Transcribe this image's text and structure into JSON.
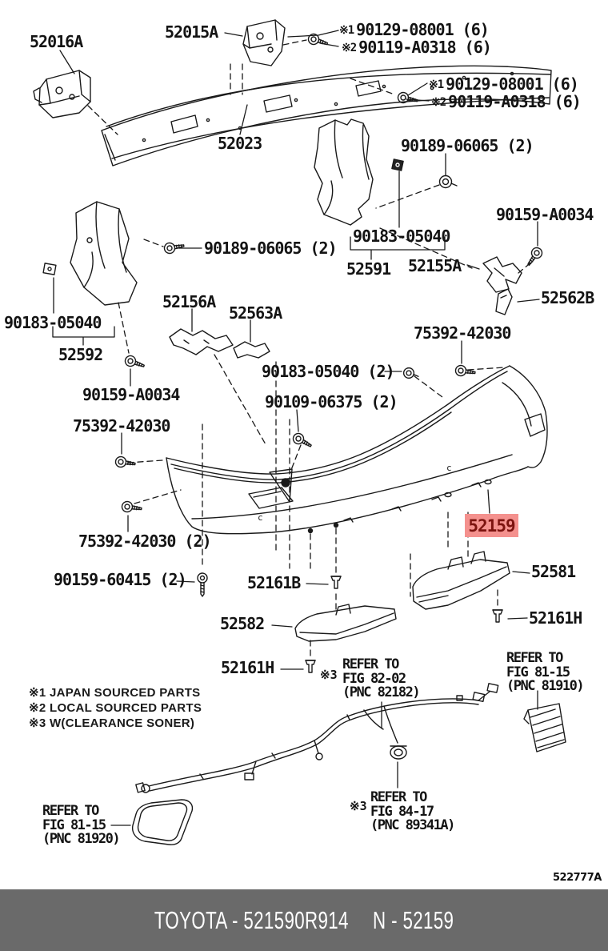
{
  "code": "522777A",
  "colors": {
    "highlight_bg": "#f4918e",
    "highlight_fg": "#7c130f",
    "footer_bg": "#6a6a6a",
    "line": "#1a1a1a"
  },
  "labels": [
    {
      "t": "52016A"
    },
    {
      "t": "52015A"
    },
    {
      "m": "※1",
      "t": "90129-08001 (6)"
    },
    {
      "m": "※2",
      "t": "90119-A0318 (6)"
    },
    {
      "m": "※1",
      "t": "90129-08001 (6)"
    },
    {
      "m": "※2",
      "t": "90119-A0318 (6)"
    },
    {
      "t": "52023"
    },
    {
      "t": "90189-06065 (2)"
    },
    {
      "t": "90183-05040"
    },
    {
      "t": "52591"
    },
    {
      "t": "52155A"
    },
    {
      "t": "90159-A0034"
    },
    {
      "t": "52562B"
    },
    {
      "t": "90189-06065 (2)"
    },
    {
      "t": "52156A"
    },
    {
      "t": "52563A"
    },
    {
      "t": "90183-05040"
    },
    {
      "t": "52592"
    },
    {
      "t": "90159-A0034"
    },
    {
      "t": "75392-42030"
    },
    {
      "t": "75392-42030"
    },
    {
      "t": "90183-05040 (2)"
    },
    {
      "t": "90109-06375 (2)"
    },
    {
      "t": "75392-42030 (2)"
    },
    {
      "t": "90159-60415 (2)"
    },
    {
      "t": "52161B"
    },
    {
      "t": "52581"
    },
    {
      "t": "52582"
    },
    {
      "t": "52161H"
    },
    {
      "t": "52161H"
    }
  ],
  "highlight": {
    "t": "52159"
  },
  "refs": [
    {
      "m": "※3",
      "l1": "REFER TO",
      "l2": "FIG 82-02",
      "l3": "(PNC 82182)"
    },
    {
      "l1": "REFER TO",
      "l2": "FIG 81-15",
      "l3": "(PNC 81910)"
    },
    {
      "l1": "REFER TO",
      "l2": "FIG 81-15",
      "l3": "(PNC 81920)"
    },
    {
      "m": "※3",
      "l1": "REFER TO",
      "l2": "FIG 84-17",
      "l3": "(PNC 89341A)"
    }
  ],
  "notes": [
    "※1 JAPAN SOURCED PARTS",
    "※2 LOCAL SOURCED PARTS",
    "※3 W(CLEARANCE SONER)"
  ],
  "marks": [
    "c",
    "c"
  ],
  "footer": {
    "left": "TOYOTA - 521590R914",
    "right": "N - 52159"
  }
}
